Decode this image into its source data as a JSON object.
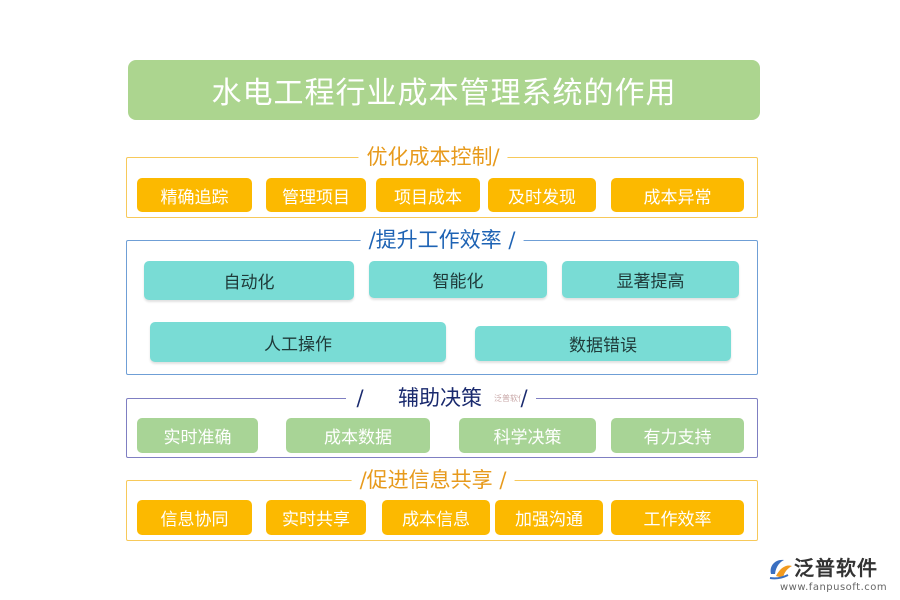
{
  "title": "水电工程行业成本管理系统的作用",
  "sections": [
    {
      "title": "优化成本控制/",
      "items": [
        "精确追踪",
        "管理项目",
        "项目成本",
        "及时发现",
        "成本异常"
      ]
    },
    {
      "title": "/提升工作效率 /",
      "items": [
        "自动化",
        "智能化",
        "显著提高",
        "人工操作",
        "数据错误"
      ]
    },
    {
      "title_prefix": "/",
      "title": "辅助决策",
      "title_suffix": "/",
      "watermark": "泛普软件",
      "items": [
        "实时准确",
        "成本数据",
        "科学决策",
        "有力支持"
      ]
    },
    {
      "title": "/促进信息共享 /",
      "items": [
        "信息协同",
        "实时共享",
        "成本信息",
        "加强沟通",
        "工作效率"
      ]
    }
  ],
  "logo": {
    "name": "泛普软件",
    "url": "www.fanpusoft.com",
    "icon": "fanpu-logo-icon",
    "colors": {
      "blue": "#3a6fc1",
      "orange": "#f29a1f"
    }
  },
  "colors": {
    "title_bg": "#acd58f",
    "gold": "#fcb900",
    "cyan": "#79dcd5",
    "green": "#a8d496",
    "yellow_frame": "#f7c95a",
    "blue_frame": "#6f9fd6",
    "purple_frame": "#7f7fc2"
  }
}
